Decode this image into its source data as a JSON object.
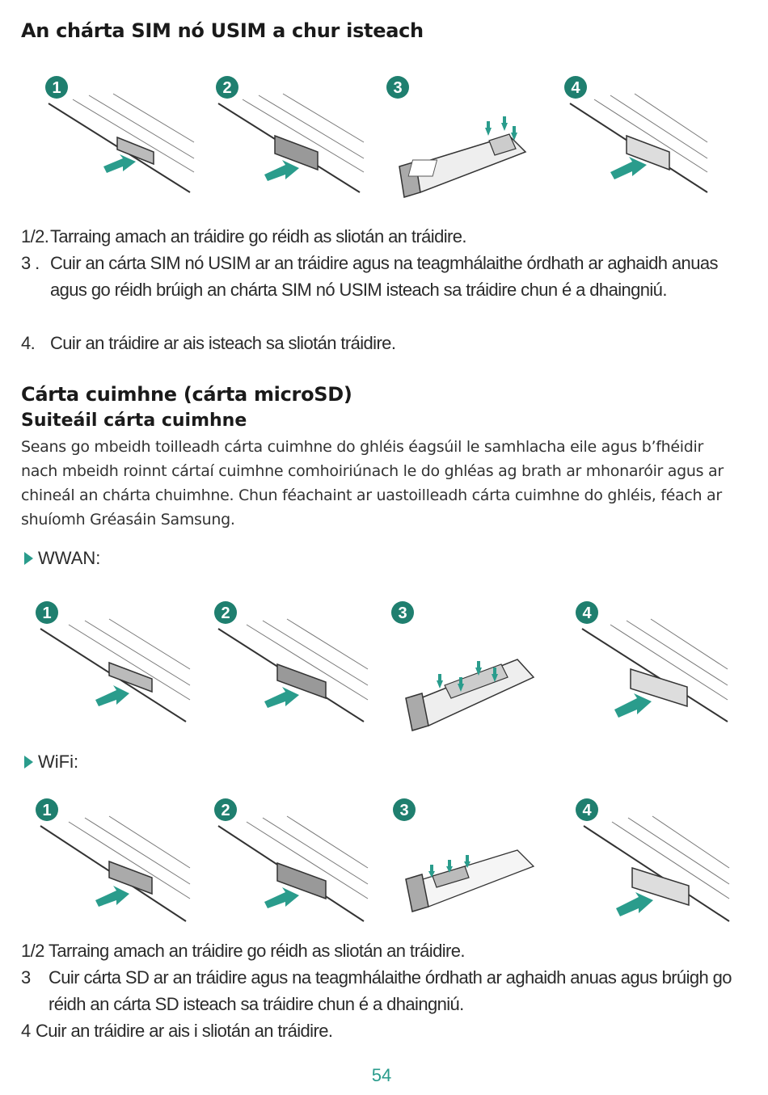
{
  "section1": {
    "title": "An chárta SIM nó USIM a chur isteach",
    "steps": [
      {
        "num": "1/2.",
        "text": "Tarraing amach an tráidire go réidh as sliotán an tráidire."
      },
      {
        "num": "3 .",
        "text": "Cuir an cárta SIM nó USIM ar an tráidire agus na teagmhálaithe órdhath ar aghaidh anuas agus go réidh brúigh an chárta SIM nó USIM isteach sa tráidire chun é a dhaingniú."
      },
      {
        "num": "4.",
        "text": "Cuir an tráidire ar ais isteach sa sliotán tráidire."
      }
    ]
  },
  "section2": {
    "title": "Cárta cuimhne (cárta microSD)",
    "subtitle": "Suiteáil cárta cuimhne",
    "paragraph": "Seans go mbeidh toilleadh cárta cuimhne do ghléis éagsúil le samhlacha eile agus b’fhéidir nach mbeidh roinnt cártaí cuimhne comhoiriúnach le do ghléas ag brath ar mhonaróir agus ar chineál an chárta chuimhne. Chun féachaint ar uastoilleadh cárta cuimhne do ghléis, féach ar shuíomh Gréasáin Samsung.",
    "wwan_label": "WWAN:",
    "wifi_label": "WiFi:",
    "steps": [
      {
        "num": "1/2",
        "text": "Tarraing amach an tráidire go réidh as sliotán an tráidire."
      },
      {
        "num": "3",
        "text": "Cuir cárta SD ar an tráidire agus na teagmhálaithe órdhath ar aghaidh anuas agus brúigh go réidh an cárta SD isteach sa tráidire chun é a dhaingniú."
      },
      {
        "num": "4",
        "text": "Cuir an tráidire ar ais i sliotán an tráidire."
      }
    ]
  },
  "figure_rows": [
    {
      "id": "sim",
      "steps": [
        "1",
        "2",
        "3",
        "4"
      ]
    },
    {
      "id": "wwan",
      "steps": [
        "1",
        "2",
        "3",
        "4"
      ]
    },
    {
      "id": "wifi",
      "steps": [
        "1",
        "2",
        "3",
        "4"
      ]
    }
  ],
  "page_number": "54",
  "colors": {
    "accent": "#2a9c8c",
    "badge": "#1f7f6f",
    "line": "#333333"
  }
}
